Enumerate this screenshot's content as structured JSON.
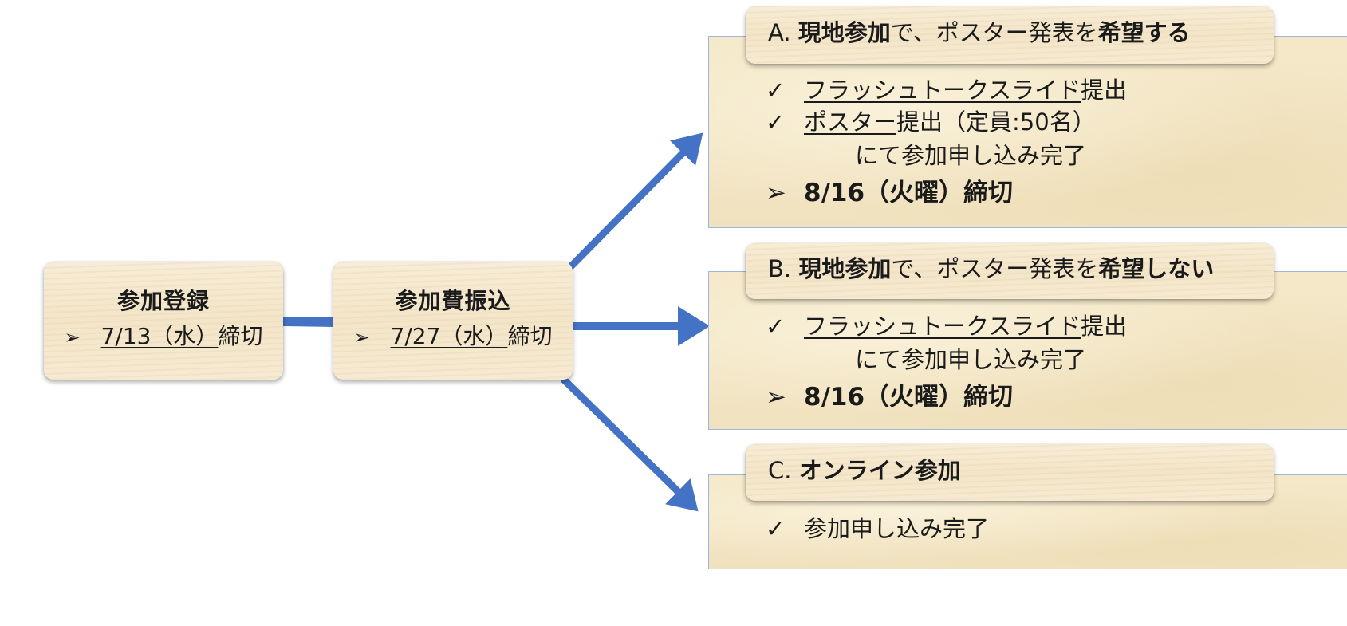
{
  "colors": {
    "arrow": "#4472c4",
    "panel_border": "#9db7df"
  },
  "steps": [
    {
      "title": "参加登録",
      "deadline_date": "7/13（水）",
      "deadline_suffix": "締切"
    },
    {
      "title": "参加費振込",
      "deadline_date": "7/27（水）",
      "deadline_suffix": "締切"
    }
  ],
  "options": {
    "a": {
      "prefix": "A. ",
      "bold1": "現地参加",
      "mid": "で、ポスター発表を",
      "bold2": "希望する",
      "item1_u": "フラッシュトークスライド",
      "item1_rest": "提出",
      "item2_u": "ポスター",
      "item2_rest": "提出（定員:50名）",
      "complete": "にて参加申し込み完了",
      "deadline": "8/16（火曜）締切"
    },
    "b": {
      "prefix": "B. ",
      "bold1": "現地参加",
      "mid": "で、ポスター発表を",
      "bold2": "希望しない",
      "item1_u": "フラッシュトークスライド",
      "item1_rest": "提出",
      "complete": "にて参加申し込み完了",
      "deadline": "8/16（火曜）締切"
    },
    "c": {
      "prefix": "C. ",
      "bold1": "オンライン参加",
      "item1": "参加申し込み完了"
    }
  }
}
